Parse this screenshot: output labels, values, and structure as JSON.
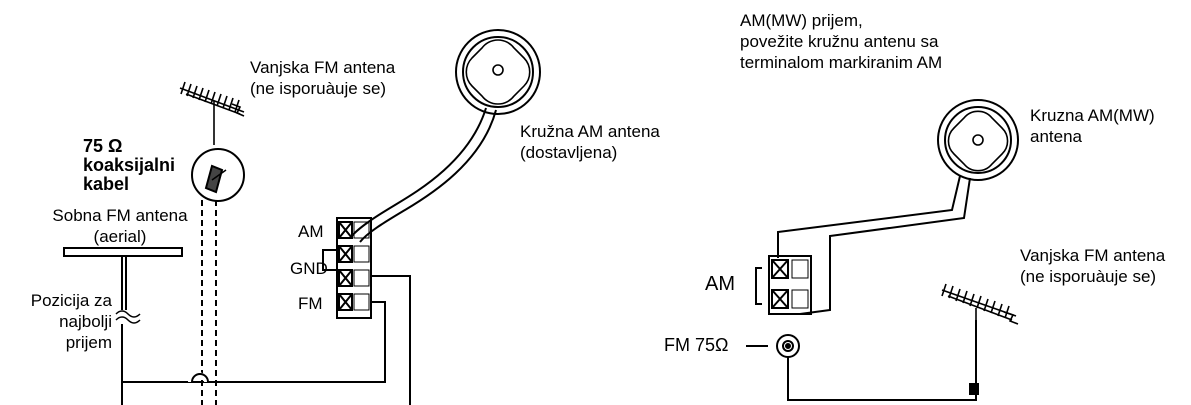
{
  "left": {
    "outdoor_fm": [
      "Vanjska FM antena",
      "(ne isporuàuje se)"
    ],
    "loop_am": [
      "Kružna AM antena",
      "(dostavljena)"
    ],
    "coax": [
      "75 Ω",
      "koaksijalni",
      "kabel"
    ],
    "indoor_fm": [
      "Sobna FM antena",
      "(aerial)"
    ],
    "position": [
      "Pozicija za",
      "najbolji",
      "prijem"
    ],
    "terminals": {
      "am": "AM",
      "gnd": "GND",
      "fm": "FM"
    }
  },
  "right": {
    "instruction": [
      "AM(MW) prijem,",
      "povežite kružnu antenu sa",
      "terminalom markiranim AM"
    ],
    "loop_am": [
      "Kruzna AM(MW)",
      "antena"
    ],
    "outdoor_fm": [
      "Vanjska FM antena",
      "(ne isporuàuje se)"
    ],
    "am_terminal": "AM",
    "fm_terminal": "FM 75Ω"
  }
}
